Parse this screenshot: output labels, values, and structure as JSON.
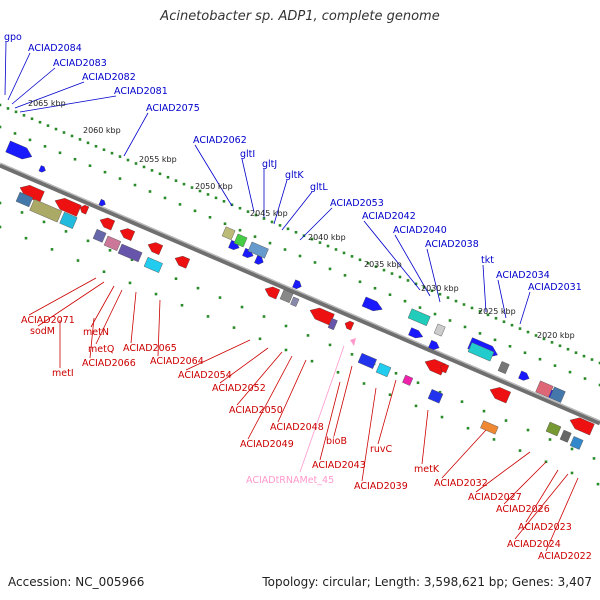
{
  "title": "Acinetobacter sp. ADP1, complete genome",
  "footer": {
    "accession": "Accession: NC_005966",
    "summary": "Topology: circular; Length: 3,598,621 bp; Genes: 3,407"
  },
  "colors": {
    "top_label": "#0000cc",
    "bottom_label": "#cc0000",
    "trna_label": "#ff99cc",
    "forward_gene": "#1a1aff",
    "reverse_gene": "#ee1111",
    "tick": "#2a8a2a",
    "backbone": "#777777"
  },
  "kbp_labels": [
    "2065 kbp",
    "2060 kbp",
    "2055 kbp",
    "2050 kbp",
    "2045 kbp",
    "2040 kbp",
    "2035 kbp",
    "2030 kbp",
    "2025 kbp",
    "2020 kbp"
  ],
  "top_labels": [
    "gpo",
    "ACIAD2084",
    "ACIAD2083",
    "ACIAD2082",
    "ACIAD2081",
    "ACIAD2075",
    "ACIAD2062",
    "gltI",
    "gltJ",
    "gltK",
    "gltL",
    "ACIAD2053",
    "ACIAD2042",
    "ACIAD2040",
    "ACIAD2038",
    "tkt",
    "ACIAD2034",
    "ACIAD2031"
  ],
  "bottom_labels": [
    "ACIAD2071",
    "sodM",
    "metN",
    "metQ",
    "ACIAD2065",
    "metI",
    "ACIAD2066",
    "ACIAD2064",
    "ACIAD2054",
    "ACIAD2052",
    "ACIAD2050",
    "ACIAD2048",
    "ACIAD2049",
    "bioB",
    "ACIAD2043",
    "ruvC",
    "ACIAD2039",
    "metK",
    "ACIAD2032",
    "ACIAD2027",
    "ACIAD2026",
    "ACIAD2023",
    "ACIAD2024",
    "ACIAD2022"
  ],
  "trna_label": "ACIADtRNAMet_45"
}
